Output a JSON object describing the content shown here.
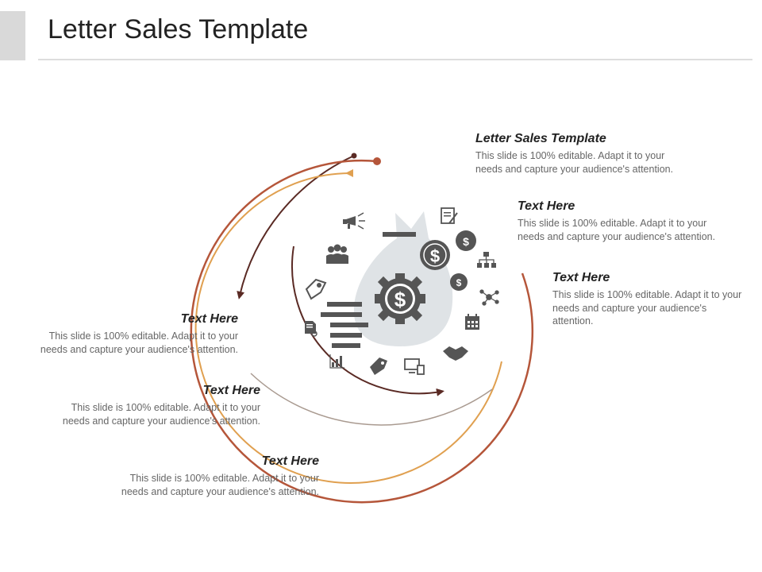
{
  "title": "Letter Sales Template",
  "blocks": [
    {
      "heading": "Letter Sales Template",
      "body": "This slide is 100% editable. Adapt it to your needs and capture your audience's attention."
    },
    {
      "heading": "Text Here",
      "body": "This slide is 100% editable. Adapt it to your needs and capture your audience's attention."
    },
    {
      "heading": "Text Here",
      "body": "This slide is 100% editable. Adapt it to your needs and capture your audience's attention."
    },
    {
      "heading": "Text Here",
      "body": "This slide is 100% editable. Adapt it to your needs and capture your audience's attention."
    },
    {
      "heading": "Text Here",
      "body": "This slide is 100% editable. Adapt it to your needs and capture your audience's attention."
    },
    {
      "heading": "Text Here",
      "body": "This slide is 100% editable. Adapt it to your needs and capture your audience's attention."
    }
  ],
  "colors": {
    "arc_dark": "#5a2a24",
    "arc_rust": "#b5563a",
    "arc_orange": "#e0a050",
    "arc_gray": "#a99a90",
    "icon_gray": "#555555",
    "bag_light": "#dfe3e6"
  },
  "icons": [
    "megaphone-icon",
    "notepad-icon",
    "dollar-coin-icon",
    "org-chart-icon",
    "people-icon",
    "network-icon",
    "price-tag-icon",
    "calendar-icon",
    "document-search-icon",
    "handshake-icon",
    "bar-chart-icon",
    "tag-icon",
    "devices-icon",
    "dollar-gear-icon",
    "money-bag-icon"
  ]
}
